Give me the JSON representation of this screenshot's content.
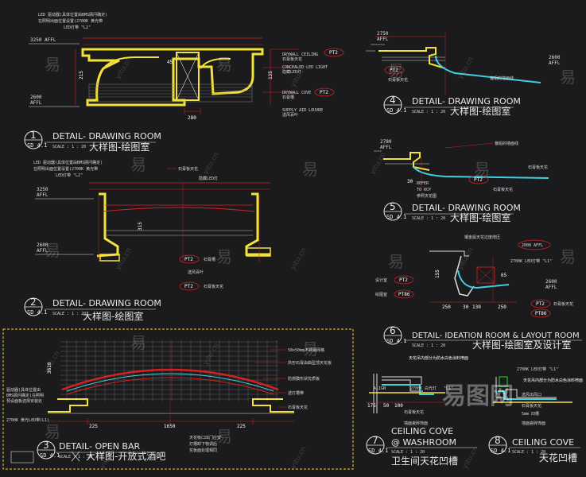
{
  "details": [
    {
      "num": "1",
      "sheet": "SD 4.1",
      "title": "DETAIL- DRAWING ROOM",
      "scale": "SCALE : 1 : 20",
      "cn": "大样图-绘图室"
    },
    {
      "num": "2",
      "sheet": "SD 4.1",
      "title": "DETAIL- DRAWING ROOM",
      "scale": "SCALE : 1 : 20",
      "cn": "大样图-绘图室"
    },
    {
      "num": "3",
      "sheet": "SD 4.1",
      "title": "DETAIL- OPEN BAR",
      "scale": "SCALE : 1 : 20",
      "cn": "大样图-开放式酒吧"
    },
    {
      "num": "4",
      "sheet": "SD 4.1",
      "title": "DETAIL- DRAWING ROOM",
      "scale": "SCALE : 1 : 20",
      "cn": "大样图-绘图室"
    },
    {
      "num": "5",
      "sheet": "SD 4.1",
      "title": "DETAIL- DRAWING ROOM",
      "scale": "SCALE : 1 : 20",
      "cn": "大样图-绘图室"
    },
    {
      "num": "6",
      "sheet": "SD 4.1",
      "title": "DETAIL- IDEATION ROOM & LAYOUT ROOM",
      "scale": "SCALE : 1 : 20",
      "cn": "大样图-绘图室及设计室"
    },
    {
      "num": "7",
      "sheet": "SD 4.1",
      "title": "CEILING COVE",
      "title2": "@ WASHROOM",
      "scale": "SCALE : 1 : 20",
      "cn": "卫生间天花凹槽"
    },
    {
      "num": "8",
      "sheet": "SD 4.1",
      "title": "CEILING COVE",
      "scale": "SCALE : 1 : 20",
      "cn": "天花凹槽"
    }
  ],
  "notes": {
    "d1_led": "LED 驱动器(具体位置由BMS顾问确定)",
    "d1_led2": "在照明出面位置设置(2700K 黄光带",
    "d1_led3": "LED灯带 \"L2\"",
    "d1_affl1": "3250 AFFL",
    "d1_affl2": "2600",
    "d1_affl2b": "AFFL",
    "d1_drywall": "DRYWALL CEILING",
    "d1_drywall_cn": "石膏板天花",
    "d1_concealed": "CONCEALED LED LIGHT",
    "d1_concealed_cn": "隐藏LED灯",
    "d1_cove": "DRYWALL COVE",
    "d1_cove_cn": "石膏槽",
    "d1_supply": "SUPPLY AIR LOUVRE",
    "d1_supply_cn": "送风百叶",
    "d1_dim_1": "135",
    "d1_dim_2": "280",
    "d1_dim_3": "45",
    "d1_dim_4": "215",
    "d2_led": "LED 驱动器(具体位置由BMS顾问确定)",
    "d2_led2": "在照明出面位置设置(2700K 黄光带",
    "d2_led3": "LED灯带 \"L2\"",
    "d2_affl1": "3250",
    "d2_affl1b": "AFFL",
    "d2_affl2": "2600",
    "d2_affl2b": "AFFL",
    "d2_gypsum": "石膏板天花",
    "d2_hidden": "隐藏LED灯",
    "d2_pt2": "PT2",
    "d2_pt2_cn": "石膏槽",
    "d2_vent": "送风百叶",
    "d2_pt2b": "PT2",
    "d2_pt2b_cn": "石膏板天花",
    "d2_dim": "315",
    "d3_mesh": "50x50mm不锈钢网格",
    "d3_arc": "拱形石膏由曲型顶天花板",
    "d3_fabric": "防燃膜形状优质板",
    "d3_led": "送灯槽带",
    "d3_ceiling": "石膏板天花",
    "d3_driver1": "驱动器(具体位置由",
    "d3_driver2": "BMS顾问确定)在照明",
    "d3_driver3": "预设面板选择安装处",
    "d3_led_strip": "2700K 黄光LED带(L1)",
    "d3_note1": "天花吸口出门应安",
    "d3_note2": "灯槽卸下物调后",
    "d3_note3": "花板面处理相同",
    "d3_dim_a": "1650",
    "d3_dim_b": "225",
    "d3_dim_c": "225",
    "d3_dim_d": "3610",
    "d4_affl": "2750",
    "d4_affl_b": "AFFL",
    "d4_affl2": "2600",
    "d4_affl2b": "AFFL",
    "d4_pt2": "PT2",
    "d4_gyp": "石膏板天花",
    "d4_wall": "偏铝的墙面线",
    "d5_affl": "2780",
    "d5_affl_b": "AFFL",
    "d5_wall": "偏铝的墙面线",
    "d5_gyp": "石膏板天花",
    "d5_ref": "REFER",
    "d5_rcp": "TO RCP",
    "d5_rcp_cn": "参照天花图",
    "d5_dim": "30",
    "d5_pt2": "PT2",
    "d5_gyp2": "石膏板天花",
    "d6_affl": "2000 AFFL",
    "d6_affl2": "2600",
    "d6_affl2b": "AFFL",
    "d6_led": "2700K LED灯带 \"L1\"",
    "d6_top": "镶金属天花过度增压",
    "d6_design": "设计室",
    "d6_pt2": "PT2",
    "d6_drawing": "绘图室",
    "d6_pt86": "PT86",
    "d6_pt2b": "PT2",
    "d6_gyp": "石膏板天花",
    "d6_pt86b": "PT86",
    "d6_dims": [
      "250",
      "30",
      "130",
      "250",
      "155",
      "65"
    ],
    "d7_top": "天花吊内部分为防水白色涂料喷面",
    "d7_align": "ALIGN",
    "d7_led": "2700K 白光灯",
    "d7_l1": "\"L1\"",
    "d7_gyp": "石膏板天花",
    "d7_wall": "墙面瓷砖饰面",
    "d7_dims": [
      "175",
      "50",
      "100"
    ],
    "d8_led": "2700K LED灯带 \"L1\"",
    "d8_top": "天花吊内部分为防水白色涂料喷面",
    "d8_supply": "送风出风口",
    "d8_gyp": "石膏板天花",
    "d8_groove": "5mm 凹槽",
    "d8_wall": "墙面瓷砖饰面"
  },
  "watermark": {
    "char": "易",
    "site": "yitu.cn",
    "logo": "易图网"
  },
  "colors": {
    "background": "#1b1b1d",
    "dim_red": "#d42222",
    "wall_yellow": "#f2e23a",
    "cove_cyan": "#3fd0e0",
    "text_white": "#e8e8e8",
    "frame_yellow": "#f0d020"
  }
}
